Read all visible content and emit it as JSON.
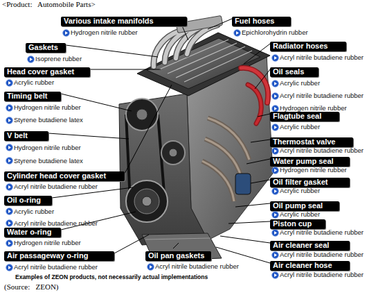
{
  "diagram": {
    "title": "<Product:   Automobile Parts>",
    "nodes": [
      {
        "text": [
          "Various intake manifolds",
          "Hydrogen nitrile rubber"
        ]
      },
      {
        "text": [
          "Gaskets",
          "Isoprene rubber"
        ]
      },
      {
        "text": [
          "Head cover gasket",
          "Acrylic rubber"
        ]
      },
      {
        "text": [
          "Timing belt",
          "Hydrogen nitrile rubber",
          "Styrene butadiene latex"
        ]
      },
      {
        "text": [
          "V belt",
          "Hydrogen nitrile rubber",
          "Styrene butadiene latex"
        ]
      },
      {
        "text": [
          "Cylinder head cover gasket",
          "Acryl nitrile butadiene rubber"
        ]
      },
      {
        "text": [
          "Oil o-ring",
          "Acrylic rubber",
          "Acryl nitrile butadiene rubber"
        ]
      },
      {
        "text": [
          "Water o-ring",
          "Hydrogen nitrile rubber"
        ]
      },
      {
        "text": [
          "Air passageway o-ring",
          "Acryl nitrile butadiene rubber"
        ]
      },
      {
        "text": [
          "Oil pan gaskets",
          "Acryl nitrile butadiene rubber"
        ]
      },
      {
        "text": [
          "Fuel hoses",
          "Epichlorohydrin rubber"
        ]
      },
      {
        "text": [
          "Radiator hoses",
          "Acryl nitrile butadiene rubber"
        ]
      },
      {
        "text": [
          "Oil seals",
          "Acrylic rubber",
          "Acryl nitrile butadiene rubber",
          "Hydrogen nitrile rubber"
        ]
      },
      {
        "text": [
          "Flagtube seal",
          "Acrylic rubber"
        ]
      },
      {
        "text": [
          "Thermostat valve",
          "Acryl nitrile butadiene rubber"
        ]
      },
      {
        "text": [
          "Water pump seal",
          "Hydrogen nitrile rubber"
        ]
      },
      {
        "text": [
          "Oil filter gasket",
          "Acrylic rubber"
        ]
      },
      {
        "text": [
          "Oil pump seal",
          "Acrylic rubber"
        ]
      },
      {
        "text": [
          "Piston cup",
          "Acryl nitrile butadiene rubber"
        ]
      },
      {
        "text": [
          "Air cleaner seal",
          "Acryl nitrile butadiene rubber"
        ]
      },
      {
        "text": [
          "Air cleaner hose",
          "Acryl nitrile butadiene rubber"
        ]
      }
    ],
    "labels": [
      "Examples of ZEON products, not necessarily actual implementations",
      "(Source:   ZEON)"
    ]
  }
}
